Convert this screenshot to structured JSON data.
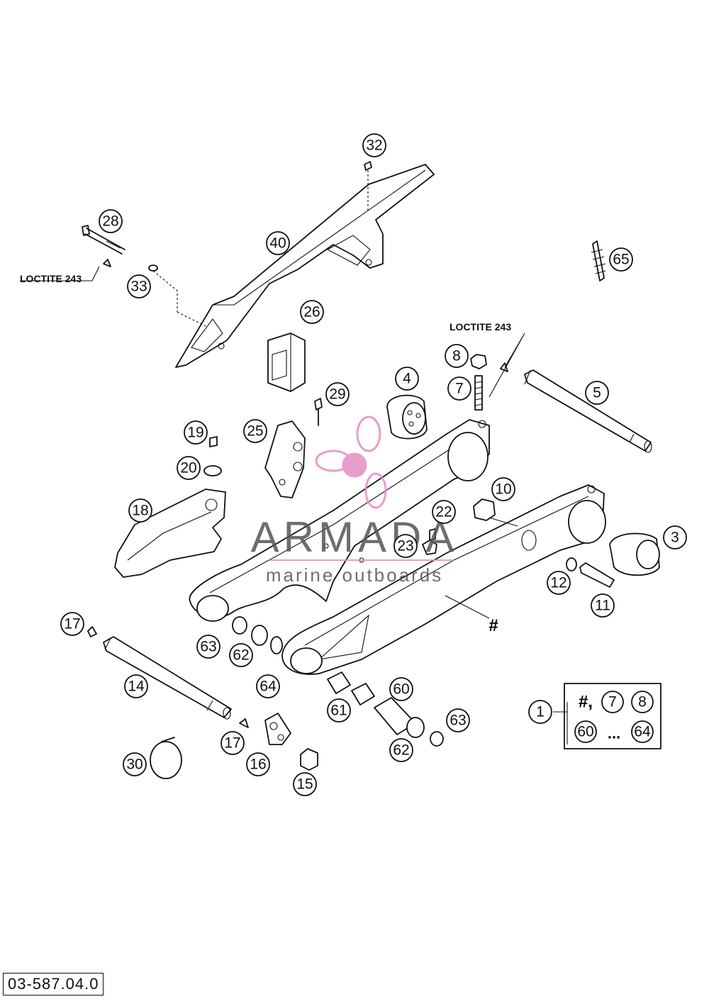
{
  "drawing_number": "03-587.04.0",
  "notes": {
    "loctite_left": "LOCTITE 243",
    "loctite_right": "LOCTITE 243"
  },
  "symbols": {
    "hash": "#"
  },
  "watermark": {
    "title": "ARMADA",
    "subtitle": "marine outboards",
    "color": "#e48cc1"
  },
  "kit": {
    "label": "1",
    "hash": "#,",
    "items_row1": [
      "7",
      "8"
    ],
    "range_start": "60",
    "ellipsis": "...",
    "range_end": "64"
  },
  "callouts": [
    {
      "id": "32",
      "label": "32"
    },
    {
      "id": "28",
      "label": "28"
    },
    {
      "id": "40",
      "label": "40"
    },
    {
      "id": "65",
      "label": "65"
    },
    {
      "id": "33",
      "label": "33"
    },
    {
      "id": "26",
      "label": "26"
    },
    {
      "id": "8",
      "label": "8"
    },
    {
      "id": "4",
      "label": "4"
    },
    {
      "id": "7",
      "label": "7"
    },
    {
      "id": "5",
      "label": "5"
    },
    {
      "id": "29",
      "label": "29"
    },
    {
      "id": "19",
      "label": "19"
    },
    {
      "id": "25",
      "label": "25"
    },
    {
      "id": "20",
      "label": "20"
    },
    {
      "id": "10",
      "label": "10"
    },
    {
      "id": "18",
      "label": "18"
    },
    {
      "id": "22",
      "label": "22"
    },
    {
      "id": "3",
      "label": "3"
    },
    {
      "id": "23",
      "label": "23"
    },
    {
      "id": "12",
      "label": "12"
    },
    {
      "id": "11",
      "label": "11"
    },
    {
      "id": "17a",
      "label": "17"
    },
    {
      "id": "63a",
      "label": "63"
    },
    {
      "id": "62a",
      "label": "62"
    },
    {
      "id": "64",
      "label": "64"
    },
    {
      "id": "14",
      "label": "14"
    },
    {
      "id": "60",
      "label": "60"
    },
    {
      "id": "61",
      "label": "61"
    },
    {
      "id": "63b",
      "label": "63"
    },
    {
      "id": "62b",
      "label": "62"
    },
    {
      "id": "17b",
      "label": "17"
    },
    {
      "id": "30",
      "label": "30"
    },
    {
      "id": "16",
      "label": "16"
    },
    {
      "id": "15",
      "label": "15"
    }
  ]
}
